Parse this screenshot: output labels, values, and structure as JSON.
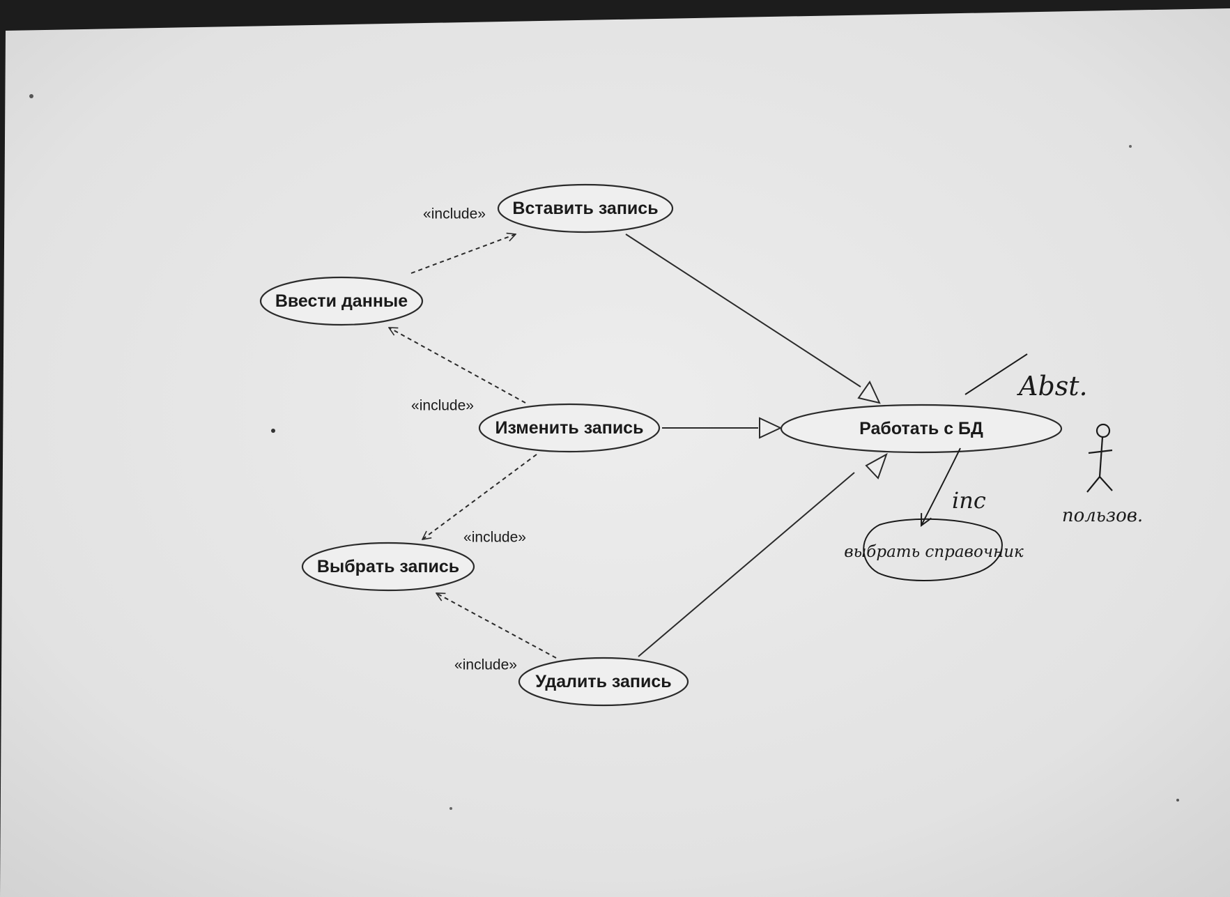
{
  "diagram": {
    "use_cases": {
      "insert": "Вставить запись",
      "enter": "Ввести данные",
      "modify": "Изменить запись",
      "select": "Выбрать запись",
      "delete": "Удалить запись",
      "work": "Работать с БД"
    },
    "stereotypes": {
      "enter_insert": "«include»",
      "modify_enter": "«include»",
      "modify_select": "«include»",
      "delete_select": "«include»"
    },
    "handwritten": {
      "abstract_note": "Abst.",
      "include_note": "inc",
      "extra_use_case": "выбрать справочник",
      "actor_label": "пользов."
    }
  }
}
